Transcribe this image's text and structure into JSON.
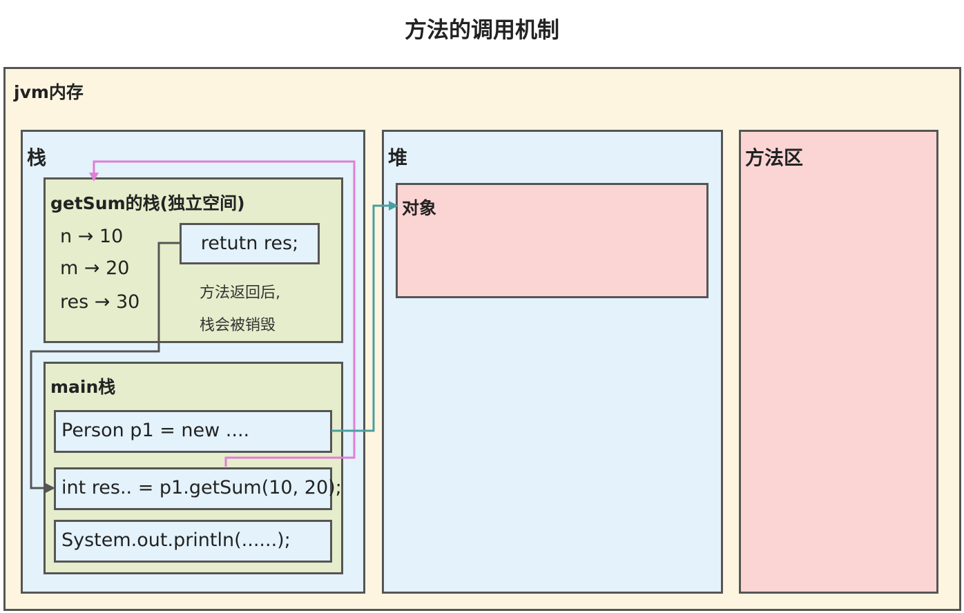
{
  "title": "方法的调用机制",
  "jvm": {
    "label": "jvm内存"
  },
  "stack": {
    "label": "栈",
    "getsum_frame": {
      "label": "getSum的栈(独立空间)",
      "vars": [
        "n → 10",
        "m → 20",
        "res → 30"
      ],
      "return_stmt": "retutn res;",
      "note_line1": "方法返回后,",
      "note_line2": "栈会被销毁"
    },
    "main_frame": {
      "label": "main栈",
      "statements": [
        "Person p1 = new ....",
        "int res.. = p1.getSum(10, 20);",
        "System.out.println(......);"
      ]
    }
  },
  "heap": {
    "label": "堆",
    "object_label": "对象"
  },
  "method_area": {
    "label": "方法区"
  },
  "colors": {
    "jvm_bg": "#fdf5e0",
    "region_bg": "#e3f2fb",
    "frame_bg": "#e6edcc",
    "object_bg": "#fbd5d4",
    "border": "#555555",
    "call_arrow": "#e07fd4",
    "ref_arrow": "#4a9ea0",
    "return_arrow": "#555555"
  }
}
